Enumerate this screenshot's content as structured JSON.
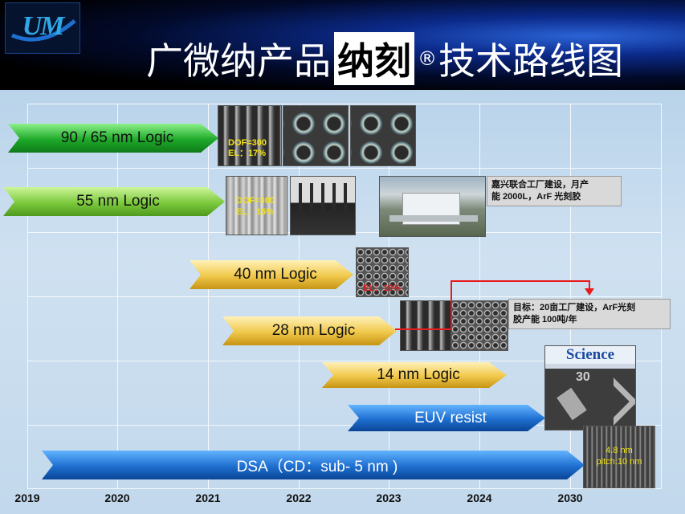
{
  "logo": {
    "text": "UM"
  },
  "title": {
    "pre": "广微纳产品",
    "brand": "纳刻",
    "reg": "®",
    "post": "技术路线图"
  },
  "colors": {
    "green": "#1eaa2a",
    "light_green": "#7cc93d",
    "gold": "#f0c84a",
    "blue": "#1e6fd0",
    "board": "#cfe1f1"
  },
  "years": [
    "2019",
    "2020",
    "2021",
    "2022",
    "2023",
    "2024",
    "2030"
  ],
  "roadmap": [
    {
      "label": "90 / 65 nm Logic",
      "style": "green"
    },
    {
      "label": "55 nm Logic",
      "style": "light-green"
    },
    {
      "label": "40 nm Logic",
      "style": "gold"
    },
    {
      "label": "28 nm Logic",
      "style": "gold"
    },
    {
      "label": "14 nm Logic",
      "style": "gold"
    },
    {
      "label": "EUV resist",
      "style": "blue"
    },
    {
      "label": "DSA（CD：sub- 5 nm )",
      "style": "blue"
    }
  ],
  "image_labels": {
    "r1_dof": "DOF=300",
    "r1_el": "EL：17%",
    "r2_dof": "DOF=300",
    "r2_el": "EL：15%",
    "r3_el": "EL：19%",
    "dsa_cd": "4.8 nm",
    "dsa_pitch": "pitch:10 nm",
    "science": "Science",
    "science_num": "30"
  },
  "notes": {
    "factory": [
      "嘉兴联合工厂建设，月产",
      "能 2000L，ArF 光刻胶"
    ],
    "target": [
      "目标：20亩工厂建设，ArF光刻",
      "胶产能 100吨/年"
    ]
  }
}
